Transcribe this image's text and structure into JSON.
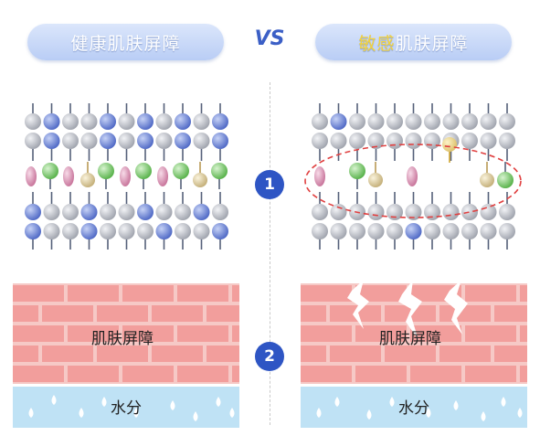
{
  "header": {
    "left_title": "健康肌肤屏障",
    "right_title_highlight": "敏感",
    "right_title_rest": "肌肤屏障",
    "vs": "VS"
  },
  "steps": [
    "1",
    "2"
  ],
  "barrier_label_left": "肌肤屏障",
  "barrier_label_right": "肌肤屏障",
  "water_label_left": "水分",
  "water_label_right": "水分",
  "colors": {
    "accent_blue": "#2e55c4",
    "lipid_grey": "#b9bcc4",
    "lipid_blue": "#6f86d6",
    "lipid_green": "#7ccc6e",
    "lipid_tan": "#d8c79a",
    "lipid_pink": "#d999b7",
    "brick": "#f4a7a7",
    "water": "#b8dcf2"
  },
  "icons": [
    "crack-icon",
    "water-drop-icon"
  ]
}
